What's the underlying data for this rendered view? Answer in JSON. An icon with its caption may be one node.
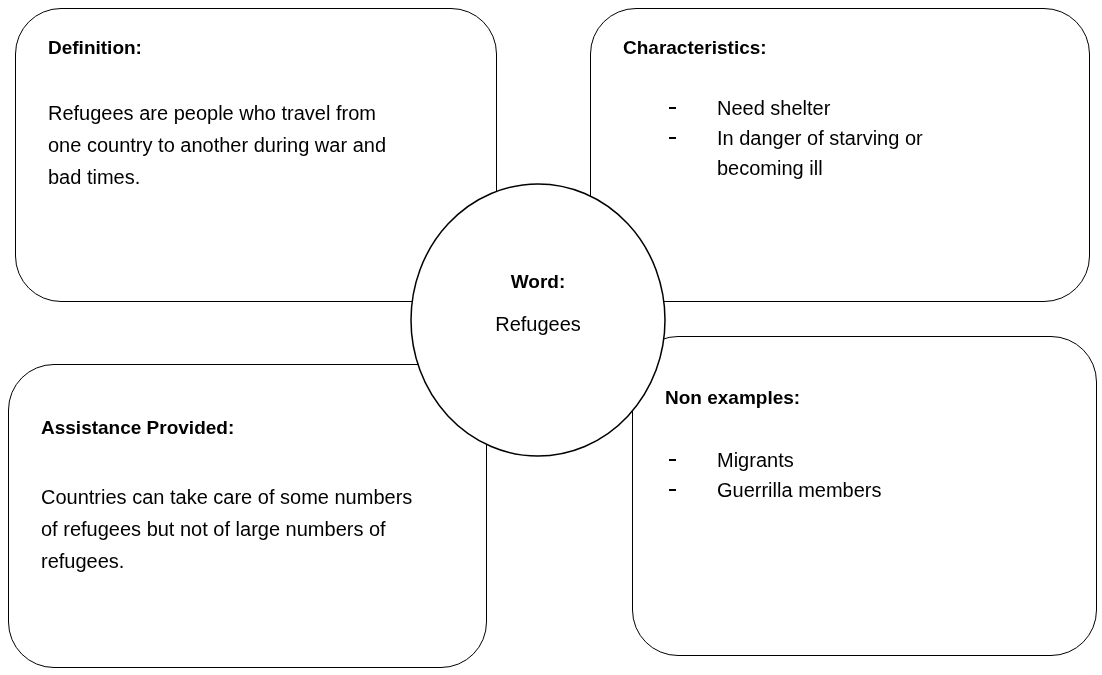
{
  "diagram": {
    "nodes": [
      {
        "text": [
          "Definition:",
          "Refugees are people who travel from one country to another during war and bad times."
        ]
      },
      {
        "text": [
          "Characteristics:",
          "Need shelter",
          "In danger of starving or becoming ill"
        ]
      },
      {
        "text": [
          "Word:",
          "Refugees"
        ]
      },
      {
        "text": [
          "Assistance Provided:",
          "Countries can take care of some numbers of refugees but not of large numbers of refugees."
        ]
      },
      {
        "text": [
          "Non examples:",
          "Migrants",
          "Guerrilla members"
        ]
      }
    ]
  }
}
